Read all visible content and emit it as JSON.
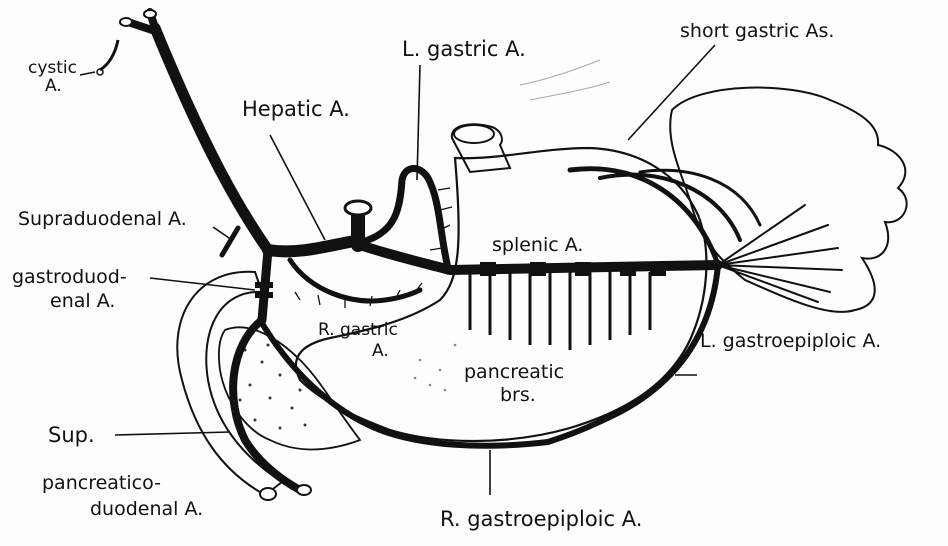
{
  "labels": {
    "cystic": "cystic",
    "cystic_a": "A.",
    "hepatic": "Hepatic A.",
    "l_gastric": "L. gastric A.",
    "short_gastric": "short gastric As.",
    "supraduodenal": "Supraduodenal A.",
    "gastroduodenal_1": "gastroduod-",
    "gastroduodenal_2": "enal A.",
    "splenic": "splenic A.",
    "r_gastric_1": "R. gastric",
    "r_gastric_2": "A.",
    "pancreatic_1": "pancreatic",
    "pancreatic_2": "brs.",
    "l_gastroepiploic": "L. gastroepiploic A.",
    "sup": "Sup.",
    "pancreatico_1": "pancreatico-",
    "pancreatico_2": "duodenal A.",
    "r_gastroepiploic": "R. gastroepiploic A."
  },
  "colors": {
    "ink": "#111111",
    "paper": "#fdfdfd",
    "faint": "#888888"
  }
}
